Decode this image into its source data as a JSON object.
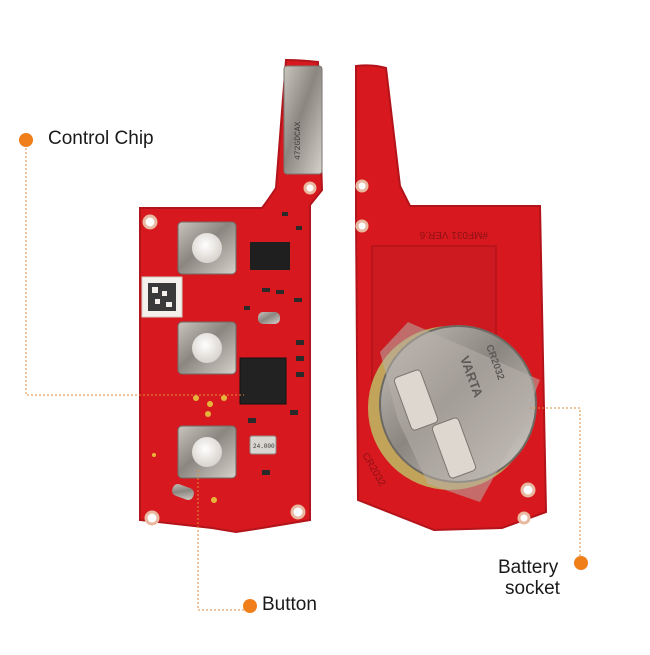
{
  "labels": {
    "control_chip": "Control Chip",
    "button": "Button",
    "battery_line1": "Battery",
    "battery_line2": "socket"
  },
  "board_text": {
    "model": "#MF031 VER.6",
    "battery_type": "CR2032",
    "coin_brand": "VARTA",
    "coin_model": "CR2032",
    "chip_marking": "472GDCAX",
    "crystal_marking": "24.000"
  },
  "colors": {
    "pcb": "#d7191f",
    "pcb_dark": "#b3131a",
    "accent_orange": "#f07f1a",
    "leader_line": "#e08a3a"
  }
}
